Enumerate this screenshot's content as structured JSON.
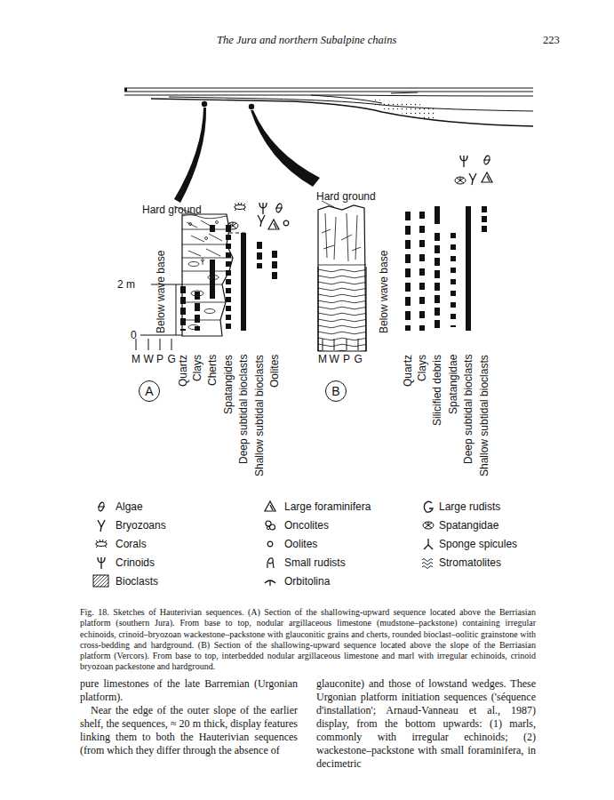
{
  "diagram": {
    "caption": "Fig. 18. Sketches of Hauterivian sequences. (A) Section of the shallowing-upward sequence located above the Berriasian platform (southern Jura). From base to top, nodular argillaceous limestone (mudstone–packstone) containing irregular echinoids, crinoid–bryozoan wackestone–packstone with glauconitic grains and cherts, rounded bioclast–oolitic grainstone with cross-bedding and hardground. (B) Section of the shallowing-upward sequence located above the slope of the Berriasian platform (Vercors). From base to top, interbedded nodular argillaceous limestone and marl with irregular echinoids, crinoid bryozoan packestone and hardground.",
    "nodes": [
      {
        "text": [
          "A"
        ]
      },
      {
        "text": [
          "B"
        ]
      }
    ],
    "labels": [
      "The Jura and northern Subalpine chains",
      "223",
      "Hard ground",
      "2 m",
      "0",
      "Below wave base",
      "M",
      "W",
      "P",
      "G",
      "Quartz",
      "Clays",
      "Cherts",
      "Spatangides",
      "Deep subtidal bioclasts",
      "Shallow subtidal bioclasts",
      "Oolites",
      "Hard ground",
      "Below wave base",
      "M",
      "W",
      "P",
      "G",
      "Quartz",
      "Clays",
      "Silicified debris",
      "Spatangidae",
      "Deep subtidal bioclasts",
      "Shallow subtidal bioclasts",
      "pure limestones of the late Barremian (Urgonian platform).",
      "Near the edge of the outer slope of the earlier shelf, the sequences, ≈ 20 m thick, display features linking them to both the Hauterivian sequences (from which they differ through the absence of",
      "glauconite) and those of lowstand wedges. These Urgonian platform initiation sequences ('séquence d'installation'; Arnaud-Vanneau et al., 1987) display, from the bottom upwards: (1) marls, commonly with irregular echinoids; (2) wackestone–packstone with small foraminifera, in decimetric"
    ],
    "legend": [
      {
        "text": "Algae"
      },
      {
        "text": "Bryozoans"
      },
      {
        "text": "Corals"
      },
      {
        "text": "Crinoids"
      },
      {
        "text": "Bioclasts"
      },
      {
        "text": "Large foraminifera"
      },
      {
        "text": "Oncolites"
      },
      {
        "text": "Oolites"
      },
      {
        "text": "Small rudists"
      },
      {
        "text": "Orbitolina"
      },
      {
        "text": "Large rudists"
      },
      {
        "text": "Spatangidae"
      },
      {
        "text": "Sponge spicules"
      },
      {
        "text": "Stromatolites"
      }
    ]
  }
}
